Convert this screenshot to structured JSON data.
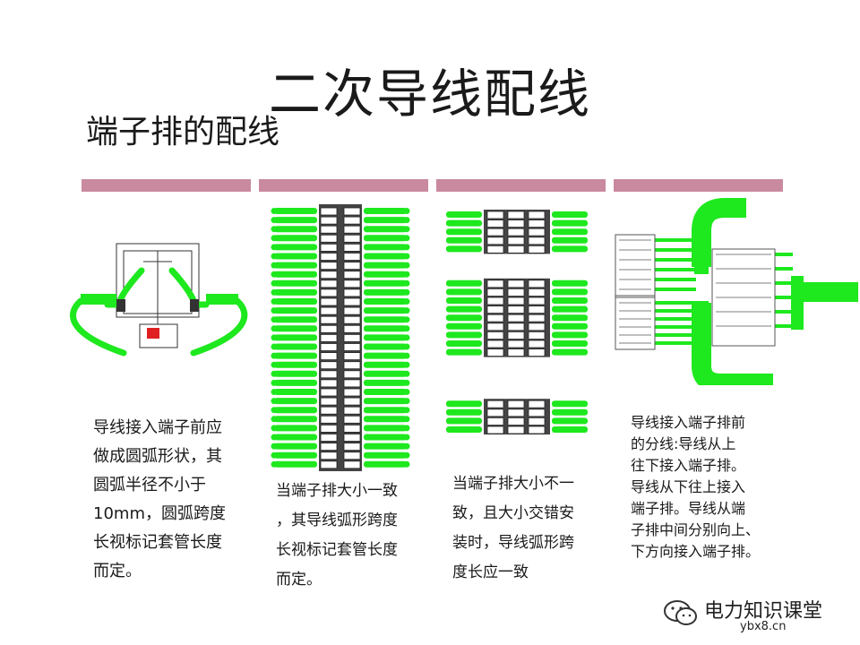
{
  "slide": {
    "title": "二次导线配线",
    "subtitle": "端子排的配线"
  },
  "panels": [
    {
      "caption_lines": [
        "导线接入端子前应",
        "做成圆弧形状，其",
        "圆弧半径不小于",
        "10mm，圆弧跨度",
        "长视标记套管长度",
        "而定。"
      ]
    },
    {
      "caption_lines": [
        "当端子排大小一致",
        "，其导线弧形跨度",
        "长视标记套管长度",
        "而定。"
      ]
    },
    {
      "caption_lines": [
        "当端子排大小不一",
        "致，且大小交错安",
        "装时，导线弧形跨",
        "度长应一致"
      ]
    },
    {
      "caption_lines": [
        "导线接入端子排前",
        "的分线:导线从上",
        "往下接入端子排。",
        "导线从下往上接入",
        "端子排。导线从端",
        "子排中间分别向上、",
        "下方向接入端子排。"
      ]
    }
  ],
  "watermark": {
    "name": "电力知识课堂",
    "url": "ybx8.cn"
  },
  "colors": {
    "wire": "#1ee81e",
    "accent_bar": "#c98aa0",
    "terminal": "#555555"
  }
}
